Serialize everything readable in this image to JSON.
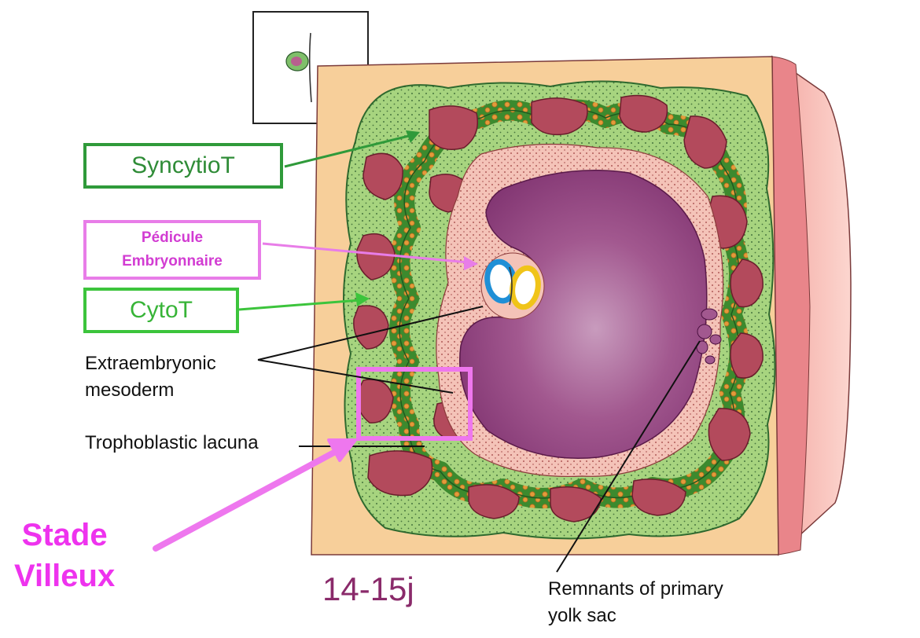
{
  "labels": {
    "syncytio": "SyncytioT",
    "pedicule_line1": "Pédicule",
    "pedicule_line2": "Embryonnaire",
    "cyto": "CytoT",
    "extra_line1": "Extraembryonic",
    "extra_line2": "mesoderm",
    "trophoblastic_lacuna": "Trophoblastic lacuna",
    "remnants_line1": "Remnants of primary",
    "remnants_line2": "yolk sac",
    "stage": "14-15j",
    "villeux_line1": "Stade",
    "villeux_line2": "Villeux"
  },
  "colors": {
    "syncytio_green": "#2f9a3a",
    "cyto_green": "#3cc43c",
    "pedicule_magenta": "#e87de8",
    "villeux_magenta": "#ee33ee",
    "stage_purple": "#8a2a6a",
    "endometrium": "#f7cf9a",
    "lacuna": "#b34a5c",
    "mesoderm_pink": "#f4c3b8",
    "cavity_purple": "#8e3a7c"
  }
}
